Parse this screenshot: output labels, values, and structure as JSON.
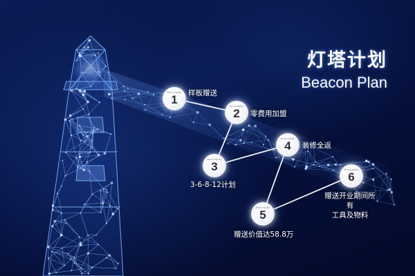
{
  "title": {
    "cn": "灯塔计划",
    "en": "Beacon Plan"
  },
  "colors": {
    "background": "#050d2e",
    "accent": "#4f8cff",
    "node": "#ffffff"
  },
  "steps": [
    {
      "number": "1",
      "tag": "Beaconplan",
      "label": "样板赠送"
    },
    {
      "number": "2",
      "tag": "Beaconplan",
      "label": "零费用加盟"
    },
    {
      "number": "3",
      "tag": "Beaconplan",
      "label": "3-6-8-12计划"
    },
    {
      "number": "4",
      "tag": "Beaconplan",
      "label": "装修全返"
    },
    {
      "number": "5",
      "tag": "Beaconplan",
      "label": "赠送价值达58.8万"
    },
    {
      "number": "6",
      "tag": "Beaconplan",
      "label_line1": "赠送开业期间所有",
      "label_line2": "工具及物料"
    }
  ]
}
